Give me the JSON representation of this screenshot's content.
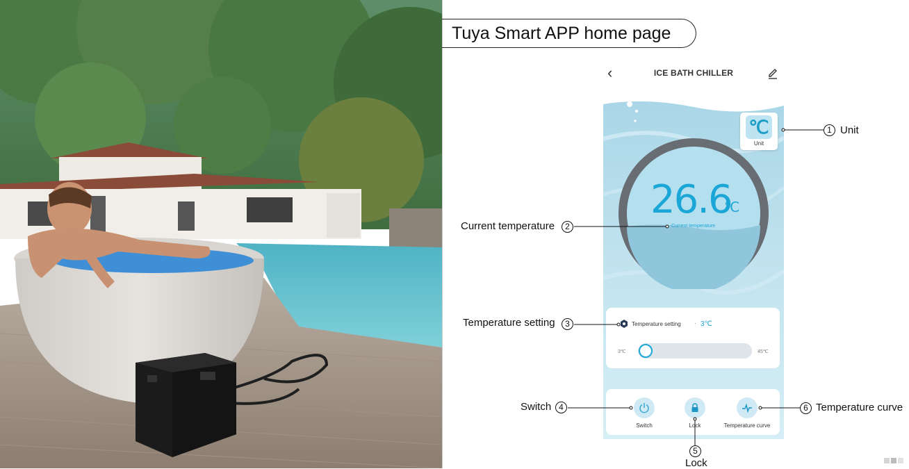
{
  "heading": "Tuya Smart APP home page",
  "app": {
    "title": "ICE BATH CHILLER",
    "unit": {
      "symbol": "℃",
      "label": "Unit"
    },
    "current_temperature": {
      "value": "26.6",
      "unit": "℃",
      "caption": "Current temperature"
    },
    "temperature_setting": {
      "label": "Temperature setting",
      "separator": "·",
      "value": "3℃",
      "min": "3℃",
      "max": "45℃",
      "slider_fraction": 0.0
    },
    "actions": {
      "switch": "Switch",
      "lock": "Lock",
      "curve": "Temperature curve"
    }
  },
  "callouts": {
    "c1": {
      "num": "1",
      "text": "Unit"
    },
    "c2": {
      "num": "2",
      "text": "Current temperature"
    },
    "c3": {
      "num": "3",
      "text": "Temperature setting"
    },
    "c4": {
      "num": "4",
      "text": "Switch"
    },
    "c5": {
      "num": "5",
      "text": "Lock"
    },
    "c6": {
      "num": "6",
      "text": "Temperature curve"
    }
  },
  "colors": {
    "accent": "#1aa6d6",
    "screen_water": "#bfe2ee",
    "card": "#ffffff"
  },
  "icons": [
    "back-chevron-icon",
    "edit-pencil-icon",
    "celsius-icon",
    "settings-gear-icon",
    "power-icon",
    "lock-icon",
    "pulse-curve-icon"
  ]
}
